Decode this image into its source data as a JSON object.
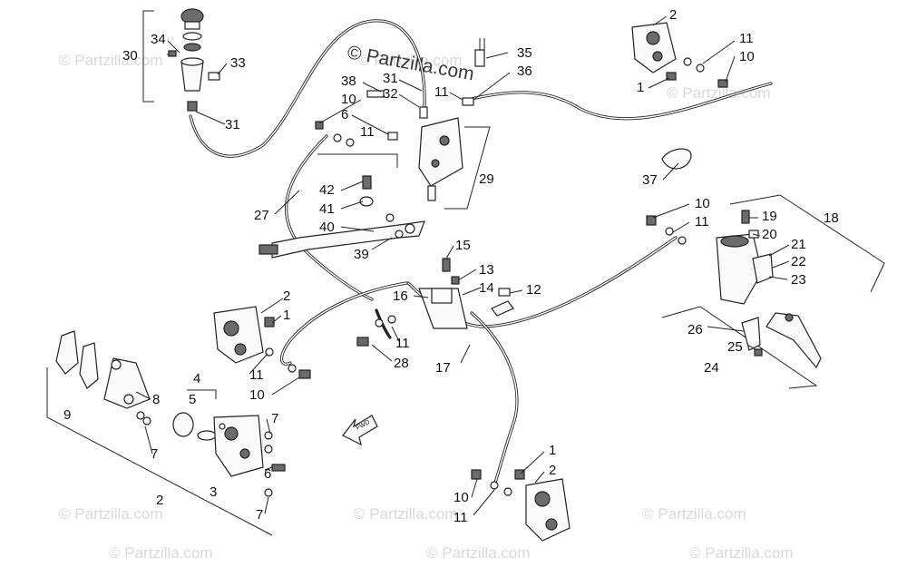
{
  "watermarks": {
    "main": "© Partzilla.com",
    "faint": "© Partzilla.com"
  },
  "callouts": {
    "c1": "1",
    "c2": "2",
    "c3": "3",
    "c4": "4",
    "c5": "5",
    "c6": "6",
    "c7": "7",
    "c8": "8",
    "c9": "9",
    "c10": "10",
    "c11": "11",
    "c12": "12",
    "c13": "13",
    "c14": "14",
    "c15": "15",
    "c16": "16",
    "c17": "17",
    "c18": "18",
    "c19": "19",
    "c20": "20",
    "c21": "21",
    "c22": "22",
    "c23": "23",
    "c24": "24",
    "c25": "25",
    "c26": "26",
    "c27": "27",
    "c28": "28",
    "c29": "29",
    "c30": "30",
    "c31": "31",
    "c32": "32",
    "c33": "33",
    "c34": "34",
    "c35": "35",
    "c36": "36",
    "c37": "37",
    "c38": "38",
    "c39": "39",
    "c40": "40",
    "c41": "41",
    "c42": "42"
  },
  "fwd_label": "FWD",
  "colors": {
    "line": "#222222",
    "watermark": "#d9d9d9"
  }
}
